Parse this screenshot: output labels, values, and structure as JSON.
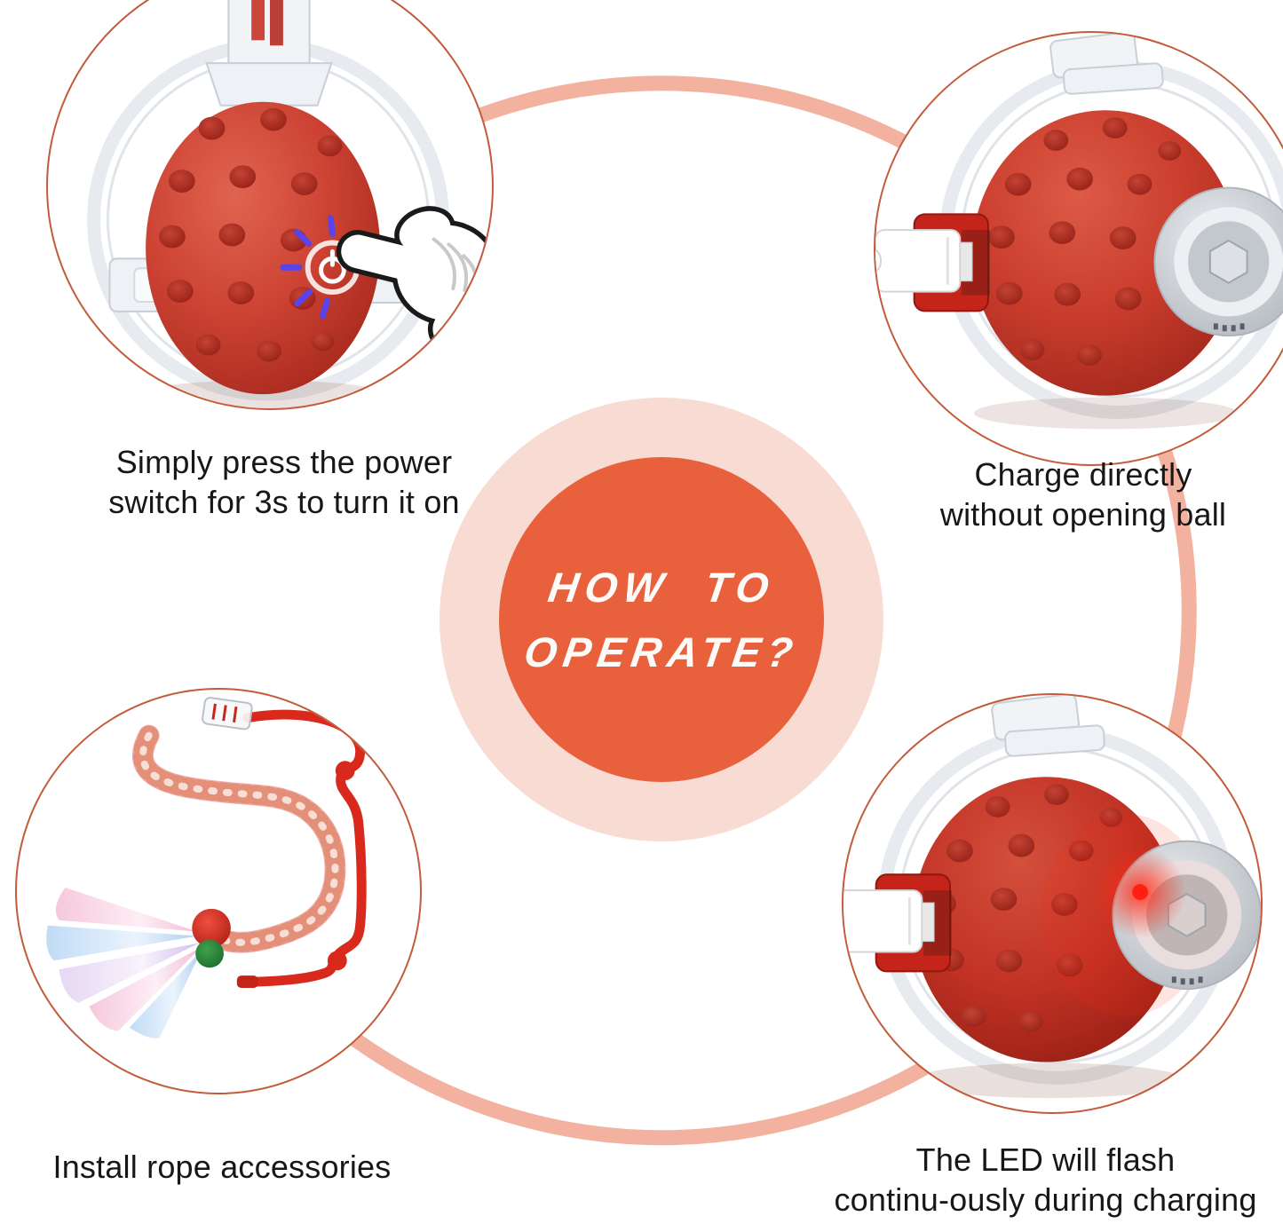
{
  "title": {
    "line1": "HOW TO",
    "line2": "OPERATE?"
  },
  "steps": {
    "top_left": {
      "line1": "Simply press the power",
      "line2": "switch for 3s to turn it on"
    },
    "top_right": {
      "line1": "Charge directly",
      "line2": "without opening ball"
    },
    "bottom_left": {
      "line1": "Install rope accessories"
    },
    "bottom_right": {
      "line1": "The LED will flash",
      "line2": "continu-ously during charging"
    }
  },
  "icons": {
    "power_button": "power-icon",
    "pressing_hand": "pointing-hand-icon",
    "usb_plug": "usb-plug-icon",
    "led": "led-indicator"
  },
  "colors": {
    "accent_orange": "#e8603c",
    "pale_pink": "#f8dbd2",
    "ring_salmon": "#f3b2a0",
    "circle_border": "#c25c3a",
    "ball_red": "#c53527",
    "cord_red": "#d8291c",
    "led_red": "#ff2012",
    "text": "#171717",
    "title_text": "#fdfbf8"
  }
}
